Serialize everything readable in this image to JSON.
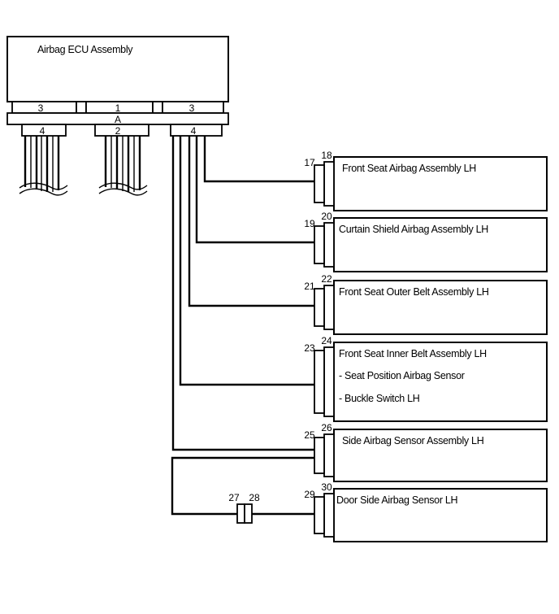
{
  "ecu": {
    "title": "Airbag ECU Assembly",
    "upper_tabs": [
      "3",
      "1",
      "3"
    ],
    "bus_label": "A",
    "lower_connectors": [
      "4",
      "2",
      "4"
    ]
  },
  "components": [
    {
      "name": "Front Seat Airbag Assembly LH",
      "details": [],
      "pins": [
        "17",
        "18"
      ]
    },
    {
      "name": "Curtain Shield Airbag Assembly LH",
      "details": [],
      "pins": [
        "19",
        "20"
      ]
    },
    {
      "name": "Front Seat Outer Belt Assembly LH",
      "details": [],
      "pins": [
        "21",
        "22"
      ]
    },
    {
      "name": "Front Seat Inner Belt Assembly LH",
      "details": [
        "- Seat Position Airbag Sensor",
        "- Buckle Switch LH"
      ],
      "pins": [
        "23",
        "24"
      ]
    },
    {
      "name": "Side Airbag Sensor Assembly LH",
      "details": [],
      "pins": [
        "25",
        "26"
      ]
    },
    {
      "name": "Door Side Airbag Sensor LH",
      "details": [],
      "pins": [
        "29",
        "30"
      ]
    }
  ],
  "inline_connector": {
    "pins": [
      "27",
      "28"
    ]
  }
}
